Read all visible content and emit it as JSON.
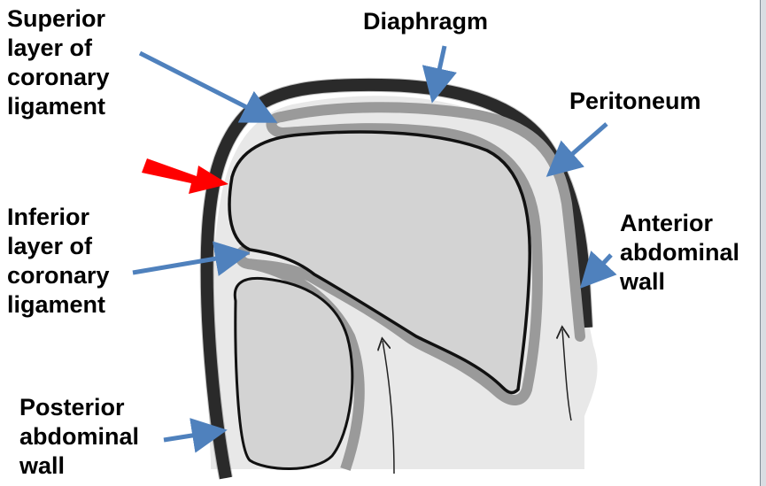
{
  "labels": {
    "superior": [
      "Superior",
      "layer of",
      "coronary",
      "ligament"
    ],
    "diaphragm": [
      "Diaphragm"
    ],
    "peritoneum": [
      "Peritoneum"
    ],
    "inferior": [
      "Inferior",
      "layer of",
      "coronary",
      "ligament"
    ],
    "anterior": [
      "Anterior",
      "abdominal",
      "wall"
    ],
    "posterior": [
      "Posterior",
      "abdominal",
      "wall"
    ]
  },
  "colors": {
    "pointer_arrow": "#4f81bd",
    "highlight_arrow": "#ff0000",
    "wall": "#3a3a3a",
    "peritoneum": "#9a9a9a",
    "cavity": "#e6e6e6",
    "organ": "#d0d0d0"
  }
}
